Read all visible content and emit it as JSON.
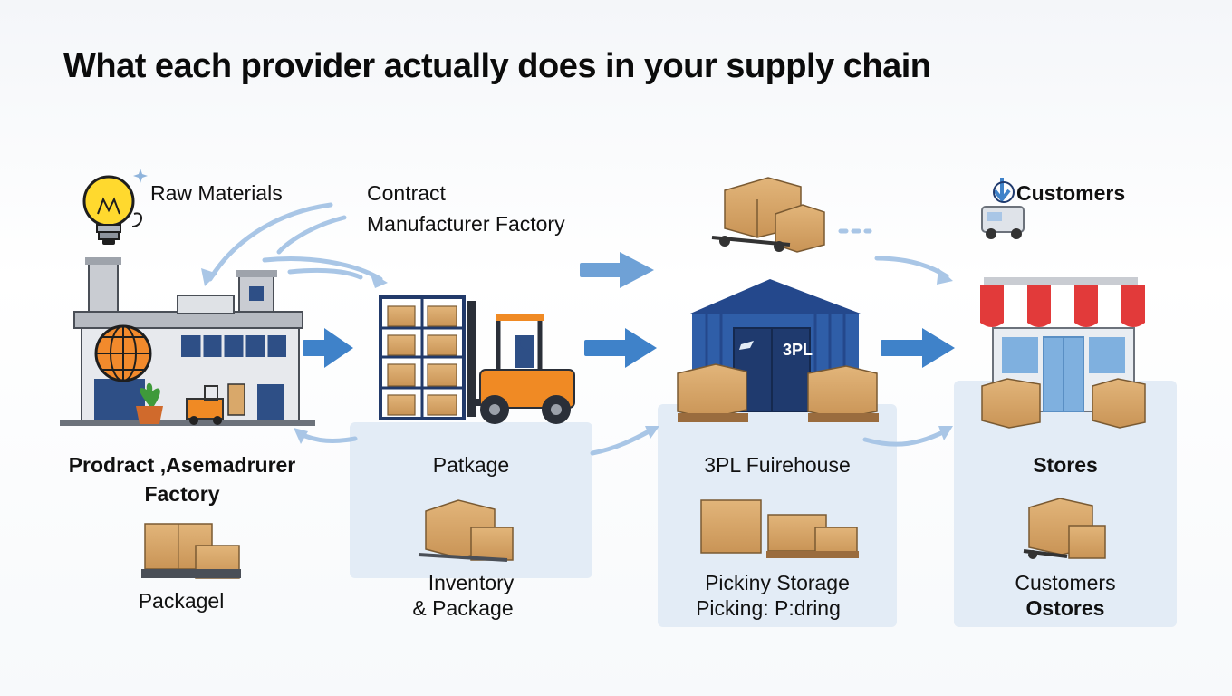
{
  "title": "What each provider actually does in your supply chain",
  "labels": {
    "raw_materials": "Raw Materials",
    "contract_line1": "Contract",
    "contract_line2": "Manufacturer Factory",
    "customers_top": "Customers",
    "factory_line1": "Prodract ,Asemadrurer",
    "factory_line2": "Factory",
    "packagel": "Packagel",
    "patkage": "Patkage",
    "inventory_line1": "Inventory",
    "inventory_line2": "&  Package",
    "warehouse_title": "3PL Fuirehouse",
    "picking_line1": "Pickiny Storage",
    "picking_line2": "Picking: P:dring",
    "stores": "Stores",
    "customers_bottom": "Customers",
    "ostores": "Ostores",
    "warehouse_sign": "3PL"
  },
  "colors": {
    "arrow_blue": "#3f82c9",
    "panel_bg": "#e3ecf6",
    "warehouse_blue": "#2f5ea8",
    "box_tan": "#d9a86a",
    "forklift_orange": "#f08a24",
    "awning_red": "#e23a3a"
  }
}
